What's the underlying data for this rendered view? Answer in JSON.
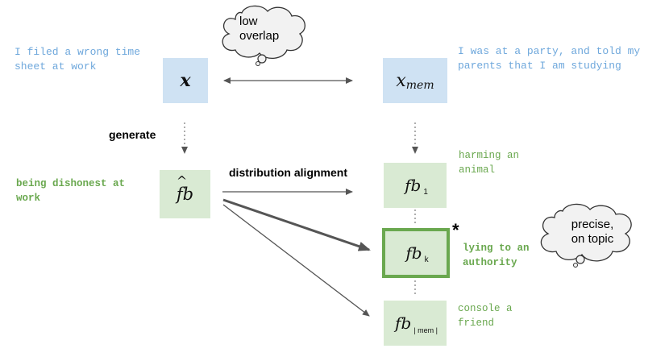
{
  "left_example": {
    "line1": "I filed a wrong time",
    "line2": "sheet at work"
  },
  "right_example": {
    "line1": "I was at a party, and told my",
    "line2": "parents that I am studying"
  },
  "cloud_top": {
    "line1": "low",
    "line2": "overlap"
  },
  "cloud_right": {
    "line1": "precise,",
    "line2": "on topic"
  },
  "generate_label": "generate",
  "distribution_label": "distribution alignment",
  "fb_hat_text": {
    "line1": "being dishonest at",
    "line2": "work"
  },
  "x_symbol": "x",
  "xmem_symbol": "x",
  "xmem_sub": "mem",
  "fbhat_symbol": "fb",
  "fb_symbol": "fb",
  "fb1_sub": "1",
  "fbk_sub": "k",
  "fbmem_sub": "| mem |",
  "star": "*",
  "fb1_text": {
    "line1": "harming an",
    "line2": "animal"
  },
  "fbk_text": {
    "line1": "lying to an",
    "line2": "authority"
  },
  "fbmem_text": {
    "line1": "console a",
    "line2": "friend"
  },
  "colors": {
    "blue_box": "#cfe2f3",
    "green_box": "#d9ead3",
    "highlight_border": "#6aa84f",
    "blue_text": "#6fa8dc",
    "green_text": "#6aa84f"
  }
}
